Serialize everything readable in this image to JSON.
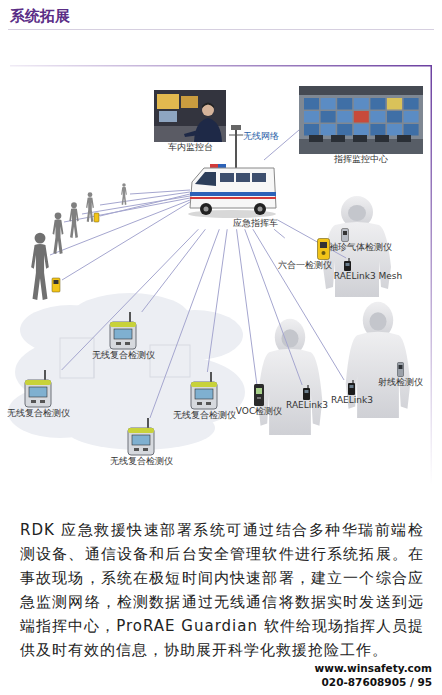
{
  "diagram": {
    "title": "系统拓展",
    "nodes": [
      {
        "text": [
          "车内监控台"
        ]
      },
      {
        "text": [
          "指挥监控中心"
        ]
      },
      {
        "text": [
          "应急指挥车"
        ]
      },
      {
        "text": [
          "袖珍气体检测仪"
        ]
      },
      {
        "text": [
          "六合一检测仪"
        ]
      },
      {
        "text": [
          "RAELink3 Mesh"
        ]
      },
      {
        "text": [
          "无线复合检测仪"
        ]
      },
      {
        "text": [
          "射线检测仪"
        ]
      },
      {
        "text": [
          "RAELink3"
        ]
      },
      {
        "text": [
          "RAELink3"
        ]
      },
      {
        "text": [
          "VOC检测仪"
        ]
      },
      {
        "text": [
          "无线复合检测仪"
        ]
      },
      {
        "text": [
          "无线复合检测仪"
        ]
      },
      {
        "text": [
          "无线复合检测仪"
        ]
      }
    ],
    "edges": [
      {
        "from": 2,
        "to": 1,
        "label": "无线网络",
        "arrow": "none"
      },
      {
        "from": 2,
        "to": 4,
        "arrow": "none"
      },
      {
        "from": 2,
        "to": 5,
        "arrow": "none"
      },
      {
        "from": 2,
        "to": 6,
        "arrow": "none"
      },
      {
        "from": 2,
        "to": 8,
        "arrow": "none"
      },
      {
        "from": 2,
        "to": 9,
        "arrow": "none"
      },
      {
        "from": 2,
        "to": 10,
        "arrow": "none"
      },
      {
        "from": 2,
        "to": 11,
        "arrow": "none"
      },
      {
        "from": 2,
        "to": 12,
        "arrow": "none"
      },
      {
        "from": 2,
        "to": 13,
        "arrow": "none"
      }
    ],
    "labels": [
      "RDK 应急救援快速部署系统可通过结合多种华瑞前端检测设备、通信设备和后台安全管理软件进行系统拓展。在事故现场，系统在极短时间内快速部署，建立一个综合应急监测网络，检测数据通过无线通信将数据实时发送到远端指挥中心，ProRAE Guardian 软件给现场指挥人员提供及时有效的信息，协助展开科学化救援抢险工作。",
      "www.winsafety.com",
      "020-87608905 / 95"
    ]
  }
}
